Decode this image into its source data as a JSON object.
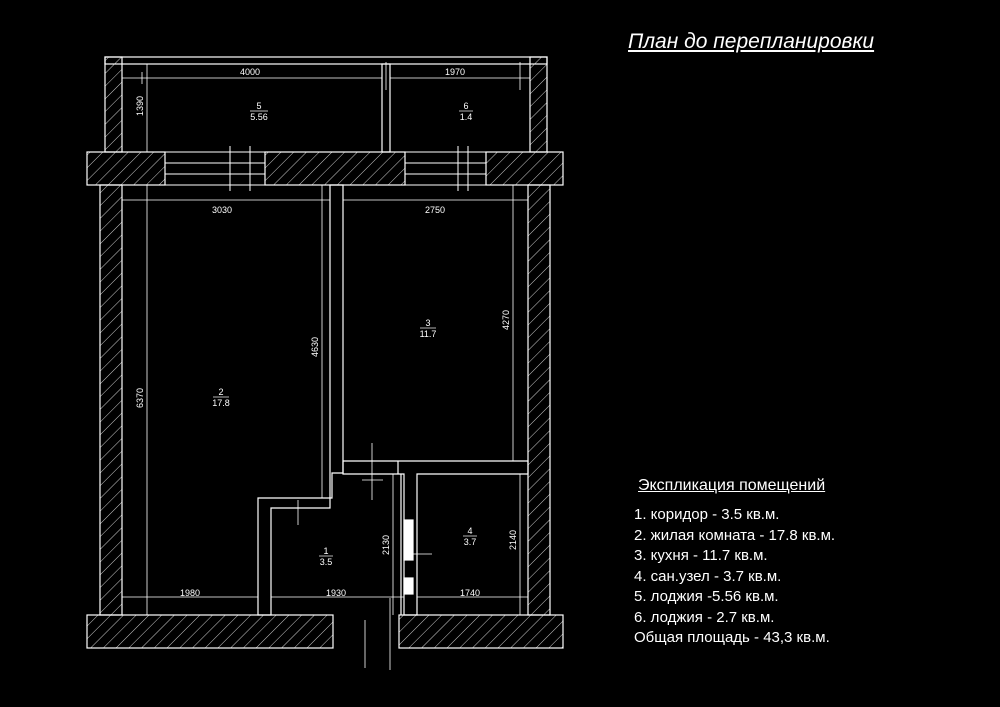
{
  "title": "План до перепланировки",
  "dimensions": {
    "loggia_5_width": "4000",
    "loggia_6_width": "1970",
    "loggia_depth": "1390",
    "room_2_width": "3030",
    "room_3_width": "2750",
    "room_2_length": "6370",
    "partition_length": "4630",
    "room_3_length": "4270",
    "corridor_length": "2130",
    "bath_length": "2140",
    "bottom_left": "1980",
    "bottom_mid": "1930",
    "bottom_right": "1740"
  },
  "rooms": [
    {
      "number": "1",
      "area": "3.5"
    },
    {
      "number": "2",
      "area": "17.8"
    },
    {
      "number": "3",
      "area": "11.7"
    },
    {
      "number": "4",
      "area": "3.7"
    },
    {
      "number": "5",
      "area": "5.56"
    },
    {
      "number": "6",
      "area": "1.4"
    }
  ],
  "explication": {
    "title": "Экспликация помещений",
    "items": [
      "1. коридор - 3.5 кв.м.",
      "2. жилая комната - 17.8 кв.м.",
      "3. кухня - 11.7 кв.м.",
      "4. сан.узел - 3.7 кв.м.",
      "5. лоджия -5.56 кв.м.",
      "6. лоджия - 2.7 кв.м."
    ],
    "total": "Общая площадь - 43,3 кв.м."
  }
}
